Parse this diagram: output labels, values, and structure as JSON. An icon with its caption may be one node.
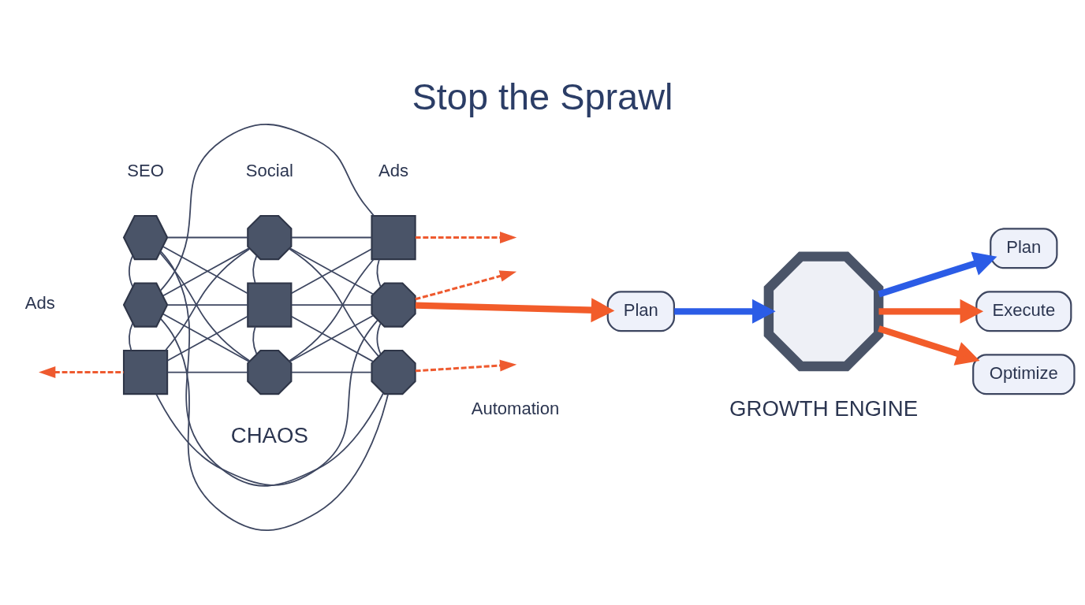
{
  "diagram": {
    "title": "Stop the Sprawl",
    "nodes": [
      {
        "text": [],
        "shape": "hexagon",
        "beside": [
          "SEO"
        ]
      },
      {
        "text": [],
        "shape": "octagon",
        "beside": [
          "Social"
        ]
      },
      {
        "text": [],
        "shape": "box",
        "beside": [
          "Ads"
        ]
      },
      {
        "text": [],
        "shape": "hexagon",
        "beside": [
          "Ads"
        ]
      },
      {
        "text": [],
        "shape": "box"
      },
      {
        "text": [],
        "shape": "octagon"
      },
      {
        "text": [],
        "shape": "box"
      },
      {
        "text": [],
        "shape": "octagon"
      },
      {
        "text": [],
        "shape": "octagon",
        "beside": [
          "Automation"
        ]
      },
      {
        "text": [
          "Plan"
        ]
      },
      {
        "text": [],
        "shape": "gear"
      },
      {
        "text": [
          "Plan"
        ]
      },
      {
        "text": [
          "Execute"
        ]
      },
      {
        "text": [
          "Optimize"
        ]
      }
    ],
    "edges": [
      {
        "from": 0,
        "to": 1,
        "arrow": "none"
      },
      {
        "from": 1,
        "to": 2,
        "arrow": "none"
      },
      {
        "from": 0,
        "to": 3,
        "arrow": "none"
      },
      {
        "from": 0,
        "to": 4,
        "arrow": "none"
      },
      {
        "from": 0,
        "to": 7,
        "arrow": "none"
      },
      {
        "from": 1,
        "to": 3,
        "arrow": "none"
      },
      {
        "from": 1,
        "to": 4,
        "arrow": "none"
      },
      {
        "from": 1,
        "to": 6,
        "arrow": "none"
      },
      {
        "from": 1,
        "to": 5,
        "arrow": "none"
      },
      {
        "from": 2,
        "to": 4,
        "arrow": "none"
      },
      {
        "from": 2,
        "to": 5,
        "arrow": "none"
      },
      {
        "from": 1,
        "to": 8,
        "arrow": "none"
      },
      {
        "from": 2,
        "to": 3,
        "arrow": "none"
      },
      {
        "from": 3,
        "to": 4,
        "arrow": "none"
      },
      {
        "from": 3,
        "to": 6,
        "arrow": "none"
      },
      {
        "from": 3,
        "to": 7,
        "arrow": "none"
      },
      {
        "from": 3,
        "to": 8,
        "arrow": "none"
      },
      {
        "from": 4,
        "to": 5,
        "arrow": "none"
      },
      {
        "from": 4,
        "to": 6,
        "arrow": "none"
      },
      {
        "from": 4,
        "to": 7,
        "arrow": "none"
      },
      {
        "from": 4,
        "to": 8,
        "arrow": "none"
      },
      {
        "from": 5,
        "to": 8,
        "arrow": "none"
      },
      {
        "from": 5,
        "to": 6,
        "arrow": "none"
      },
      {
        "from": 6,
        "to": 7,
        "arrow": "none"
      },
      {
        "from": 7,
        "to": 8,
        "arrow": "none"
      },
      {
        "from": 5,
        "to": 7,
        "arrow": "none"
      },
      {
        "from": 2,
        "to": 7,
        "arrow": "none"
      },
      {
        "from": 0,
        "to": 8,
        "arrow": "none"
      },
      {
        "from": 2,
        "to": null,
        "arrow": "to",
        "style": "dashed",
        "color": "#ee5a2f"
      },
      {
        "from": 5,
        "to": null,
        "arrow": "to",
        "style": "dashed",
        "color": "#ee5a2f"
      },
      {
        "from": 8,
        "to": null,
        "arrow": "to",
        "style": "dashed",
        "color": "#ee5a2f"
      },
      {
        "from": 6,
        "to": null,
        "arrow": "to",
        "style": "dashed",
        "color": "#ee5a2f"
      },
      {
        "from": 5,
        "to": 9,
        "arrow": "to",
        "style": "thick",
        "color": "#f25c2a"
      },
      {
        "from": 9,
        "to": 10,
        "arrow": "to",
        "style": "thick",
        "color": "#2b5ce6"
      },
      {
        "from": 10,
        "to": 11,
        "arrow": "to",
        "style": "thick",
        "color": "#2b5ce6"
      },
      {
        "from": 10,
        "to": 12,
        "arrow": "to",
        "style": "thick",
        "color": "#f25c2a"
      },
      {
        "from": 10,
        "to": 13,
        "arrow": "to",
        "style": "thick",
        "color": "#f25c2a"
      }
    ],
    "labels": [
      "CHAOS",
      "GROWTH ENGINE"
    ]
  }
}
